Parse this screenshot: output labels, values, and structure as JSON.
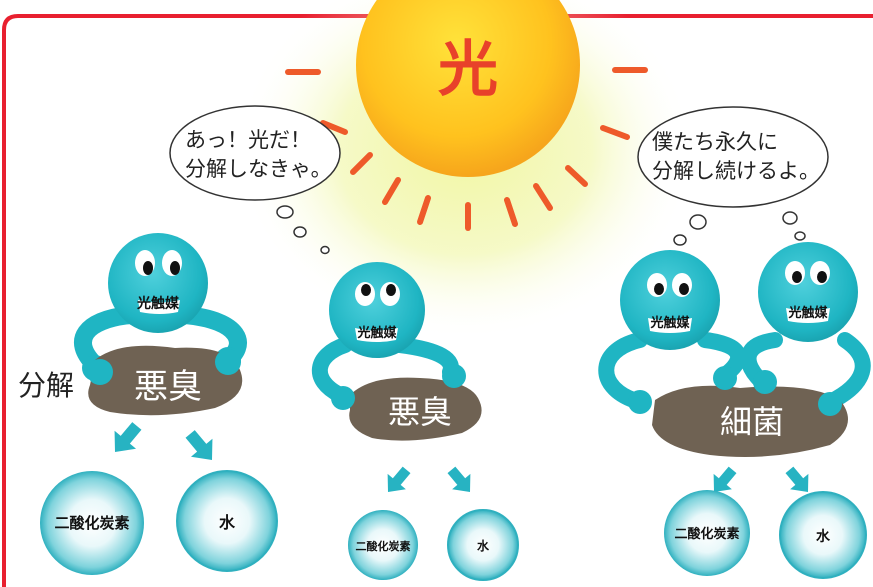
{
  "sun": {
    "label": "光"
  },
  "speech": {
    "left": {
      "line1": "あっ！光だ！",
      "line2": "分解しなきゃ。"
    },
    "right": {
      "line1": "僕たち永久に",
      "line2": "分解し続けるよ。"
    }
  },
  "decomposition_label": "分解",
  "catalyst_label": "光触媒",
  "groups": [
    {
      "target": "悪臭",
      "product_left": "二酸化炭素",
      "product_right": "水"
    },
    {
      "target": "悪臭",
      "product_left": "二酸化炭素",
      "product_right": "水"
    },
    {
      "target": "細菌",
      "product_left": "二酸化炭素",
      "product_right": "水"
    }
  ],
  "colors": {
    "frame": "#e8202f",
    "sun_core": "#ffd21c",
    "sun_edge": "#f6a51c",
    "sun_glow": "#e7f07a",
    "ray": "#ee5a2a",
    "sun_text": "#e8412a",
    "catalyst": "#1fb5c3",
    "catalyst_dark": "#0d8f9b",
    "blob": "#6f6253",
    "blob_text": "#ffffff",
    "arrow": "#27b3c2",
    "sphere_edge": "#2fb0bf"
  }
}
